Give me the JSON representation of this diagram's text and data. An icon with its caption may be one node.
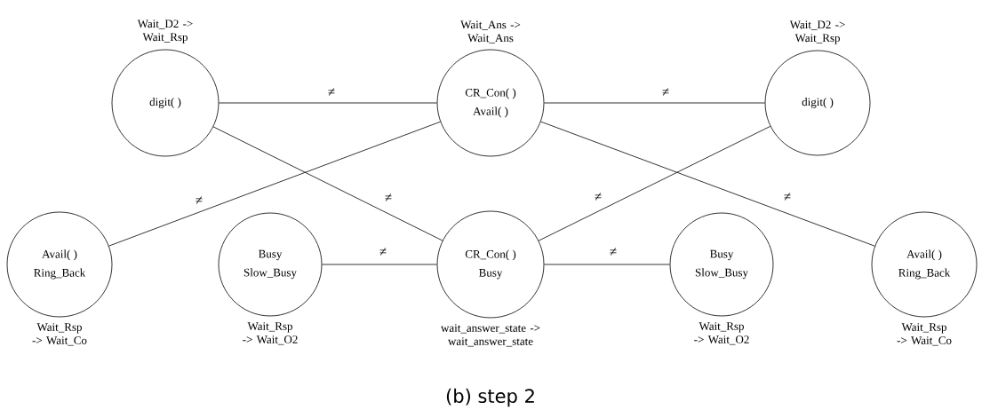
{
  "diagram": {
    "caption": "(b) step 2",
    "nodes": [
      {
        "text": [
          "digit( )"
        ],
        "beside": [
          "Wait_D2 -> Wait_Rsp"
        ]
      },
      {
        "text": [
          "CR_Con( )",
          "Avail( )"
        ],
        "beside": [
          "Wait_Ans -> Wait_Ans"
        ]
      },
      {
        "text": [
          "digit( )"
        ],
        "beside": [
          "Wait_D2 -> Wait_Rsp"
        ]
      },
      {
        "text": [
          "Avail( )",
          "Ring_Back"
        ],
        "beside": [
          "Wait_Rsp -> Wait_Co"
        ]
      },
      {
        "text": [
          "Busy",
          "Slow_Busy"
        ],
        "beside": [
          "Wait_Rsp -> Wait_O2"
        ]
      },
      {
        "text": [
          "CR_Con( )",
          "Busy"
        ],
        "beside": [
          "wait_answer_state -> wait_answer_state"
        ]
      },
      {
        "text": [
          "Busy",
          "Slow_Busy"
        ],
        "beside": [
          "Wait_Rsp -> Wait_O2"
        ]
      },
      {
        "text": [
          "Avail( )",
          "Ring_Back"
        ],
        "beside": [
          "Wait_Rsp -> Wait_Co"
        ]
      }
    ],
    "edges": [
      {
        "from": 0,
        "to": 1,
        "arrow": "none",
        "label": "≠"
      },
      {
        "from": 1,
        "to": 2,
        "arrow": "none",
        "label": "≠"
      },
      {
        "from": 0,
        "to": 5,
        "arrow": "none",
        "label": "≠"
      },
      {
        "from": 3,
        "to": 1,
        "arrow": "none",
        "label": "≠"
      },
      {
        "from": 4,
        "to": 5,
        "arrow": "none",
        "label": "≠"
      },
      {
        "from": 5,
        "to": 6,
        "arrow": "none",
        "label": "≠"
      },
      {
        "from": 5,
        "to": 2,
        "arrow": "none",
        "label": "≠"
      },
      {
        "from": 1,
        "to": 7,
        "arrow": "none",
        "label": "≠"
      }
    ]
  }
}
